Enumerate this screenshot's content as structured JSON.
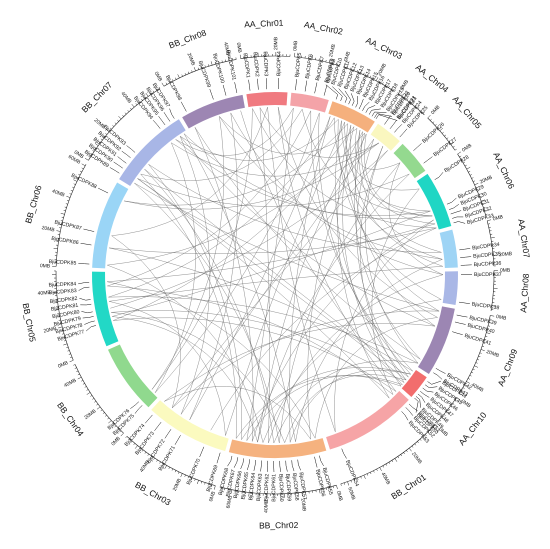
{
  "chart_data": {
    "type": "circos",
    "chromosomes": [
      {
        "name": "AA_Chr01",
        "size_mb": 28,
        "color": "#f07a80",
        "ticks": [
          "0MB",
          "20MB"
        ]
      },
      {
        "name": "AA_Chr02",
        "size_mb": 26,
        "color": "#f4a3a8",
        "ticks": [
          "0MB",
          "20MB"
        ]
      },
      {
        "name": "AA_Chr03",
        "size_mb": 32,
        "color": "#f5b07d",
        "ticks": [
          "0MB",
          "20MB"
        ]
      },
      {
        "name": "AA_Chr04",
        "size_mb": 19,
        "color": "#faf7bf",
        "ticks": [
          "0MB"
        ]
      },
      {
        "name": "AA_Chr05",
        "size_mb": 24,
        "color": "#94d98f",
        "ticks": [
          "0MB"
        ]
      },
      {
        "name": "AA_Chr06",
        "size_mb": 39,
        "color": "#1fd6c4",
        "ticks": [
          "0MB",
          "20MB"
        ]
      },
      {
        "name": "AA_Chr07",
        "size_mb": 26,
        "color": "#9ed4f5",
        "ticks": [
          "0MB",
          "20MB"
        ]
      },
      {
        "name": "AA_Chr08",
        "size_mb": 23,
        "color": "#a9b7e6",
        "ticks": [
          "0MB"
        ]
      },
      {
        "name": "AA_Chr09",
        "size_mb": 48,
        "color": "#9c86b3",
        "ticks": [
          "0MB",
          "20MB",
          "40MB"
        ]
      },
      {
        "name": "AA_Chr10",
        "size_mb": 17,
        "color": "#f26d6d",
        "ticks": [
          "0MB"
        ]
      },
      {
        "name": "BB_Chr01",
        "size_mb": 64,
        "color": "#f6a4a6",
        "ticks": [
          "0MB",
          "20MB",
          "40MB",
          "60MB"
        ]
      },
      {
        "name": "BB_Chr02",
        "size_mb": 67,
        "color": "#f5b27f",
        "ticks": [
          "0MB",
          "20MB",
          "40MB",
          "60MB"
        ]
      },
      {
        "name": "BB_Chr03",
        "size_mb": 58,
        "color": "#fbfabf",
        "ticks": [
          "0MB",
          "20MB",
          "40MB"
        ]
      },
      {
        "name": "BB_Chr04",
        "size_mb": 48,
        "color": "#90d98e",
        "ticks": [
          "0MB",
          "20MB",
          "40MB"
        ]
      },
      {
        "name": "BB_Chr05",
        "size_mb": 52,
        "color": "#22d8c6",
        "ticks": [
          "0MB",
          "20MB",
          "40MB"
        ]
      },
      {
        "name": "BB_Chr06",
        "size_mb": 61,
        "color": "#9ad5f6",
        "ticks": [
          "0MB",
          "20MB",
          "40MB",
          "60MB"
        ]
      },
      {
        "name": "BB_Chr07",
        "size_mb": 58,
        "color": "#a8b6e6",
        "ticks": [
          "0MB",
          "20MB",
          "40MB"
        ]
      },
      {
        "name": "BB_Chr08",
        "size_mb": 44,
        "color": "#9d86b3",
        "ticks": [
          "0MB",
          "20MB",
          "40MB"
        ]
      }
    ],
    "genes": [
      {
        "name": "BjuCDPK1",
        "chr": "AA_Chr01",
        "frac": 0.1
      },
      {
        "name": "BjuCDPK2",
        "chr": "AA_Chr01",
        "frac": 0.3
      },
      {
        "name": "BjuCDPK3",
        "chr": "AA_Chr01",
        "frac": 0.5
      },
      {
        "name": "BjuCDPK4",
        "chr": "AA_Chr01",
        "frac": 0.78
      },
      {
        "name": "BjuCDPK5",
        "chr": "AA_Chr02",
        "frac": 0.1
      },
      {
        "name": "BjuCDPK6",
        "chr": "AA_Chr02",
        "frac": 0.35
      },
      {
        "name": "BjuCDPK7",
        "chr": "AA_Chr02",
        "frac": 0.6
      },
      {
        "name": "BjuCDPK8",
        "chr": "AA_Chr02",
        "frac": 0.85
      },
      {
        "name": "BjuCDPK9",
        "chr": "AA_Chr03",
        "frac": 0.06
      },
      {
        "name": "BjuCDPK10",
        "chr": "AA_Chr03",
        "frac": 0.16
      },
      {
        "name": "BjuCDPK11",
        "chr": "AA_Chr03",
        "frac": 0.26
      },
      {
        "name": "BjuCDPK12",
        "chr": "AA_Chr03",
        "frac": 0.34
      },
      {
        "name": "BjuCDPK13",
        "chr": "AA_Chr03",
        "frac": 0.42
      },
      {
        "name": "BjuCDPK14",
        "chr": "AA_Chr03",
        "frac": 0.5
      },
      {
        "name": "BjuCDPK15",
        "chr": "AA_Chr03",
        "frac": 0.58
      },
      {
        "name": "BjuCDPK16",
        "chr": "AA_Chr03",
        "frac": 0.66
      },
      {
        "name": "BjuCDPK17",
        "chr": "AA_Chr03",
        "frac": 0.74
      },
      {
        "name": "BjuCDPK18",
        "chr": "AA_Chr03",
        "frac": 0.82
      },
      {
        "name": "BjuCDPK19",
        "chr": "AA_Chr03",
        "frac": 0.89
      },
      {
        "name": "BjuCDPK20",
        "chr": "AA_Chr03",
        "frac": 0.95
      },
      {
        "name": "BjuCDPK21",
        "chr": "AA_Chr03",
        "frac": 0.99
      },
      {
        "name": "BjuCDPK22",
        "chr": "AA_Chr04",
        "frac": 0.2
      },
      {
        "name": "BjuCDPK23",
        "chr": "AA_Chr04",
        "frac": 0.45
      },
      {
        "name": "BjuCDPK24",
        "chr": "AA_Chr04",
        "frac": 0.65
      },
      {
        "name": "BjuCDPK25",
        "chr": "AA_Chr04",
        "frac": 0.9
      },
      {
        "name": "BjuCDPK26",
        "chr": "AA_Chr05",
        "frac": 0.35
      },
      {
        "name": "BjuCDPK27",
        "chr": "AA_Chr05",
        "frac": 0.8
      },
      {
        "name": "BjuCDPK28",
        "chr": "AA_Chr06",
        "frac": 0.15
      },
      {
        "name": "BjuCDPK29",
        "chr": "AA_Chr06",
        "frac": 0.62
      },
      {
        "name": "BjuCDPK30",
        "chr": "AA_Chr06",
        "frac": 0.72
      },
      {
        "name": "BjuCDPK31",
        "chr": "AA_Chr06",
        "frac": 0.8
      },
      {
        "name": "BjuCDPK32",
        "chr": "AA_Chr06",
        "frac": 0.88
      },
      {
        "name": "BjuCDPK33",
        "chr": "AA_Chr06",
        "frac": 0.96
      },
      {
        "name": "BjuCDPK34",
        "chr": "AA_Chr07",
        "frac": 0.55
      },
      {
        "name": "BjuCDPK35",
        "chr": "AA_Chr07",
        "frac": 0.75
      },
      {
        "name": "BjuCDPK36",
        "chr": "AA_Chr07",
        "frac": 0.95
      },
      {
        "name": "BjuCDPK37",
        "chr": "AA_Chr08",
        "frac": 0.1
      },
      {
        "name": "BjuCDPK38",
        "chr": "AA_Chr08",
        "frac": 0.9
      },
      {
        "name": "BjuCDPK39",
        "chr": "AA_Chr09",
        "frac": 0.08
      },
      {
        "name": "BjuCDPK40",
        "chr": "AA_Chr09",
        "frac": 0.18
      },
      {
        "name": "BjuCDPK41",
        "chr": "AA_Chr09",
        "frac": 0.32
      },
      {
        "name": "BjuCDPK42",
        "chr": "AA_Chr09",
        "frac": 0.88
      },
      {
        "name": "BjuCDPK43",
        "chr": "AA_Chr09",
        "frac": 0.95
      },
      {
        "name": "BjuCDPK44",
        "chr": "AA_Chr10",
        "frac": 0.12
      },
      {
        "name": "BjuCDPK45",
        "chr": "AA_Chr10",
        "frac": 0.28
      },
      {
        "name": "BjuCDPK46",
        "chr": "AA_Chr10",
        "frac": 0.44
      },
      {
        "name": "BjuCDPK47",
        "chr": "AA_Chr10",
        "frac": 0.6
      },
      {
        "name": "BjuCDPK48",
        "chr": "AA_Chr10",
        "frac": 0.74
      },
      {
        "name": "BjuCDPK49",
        "chr": "AA_Chr10",
        "frac": 0.86
      },
      {
        "name": "BjuCDPK50",
        "chr": "AA_Chr10",
        "frac": 0.95
      },
      {
        "name": "BjuCDPK51",
        "chr": "BB_Chr01",
        "frac": 0.03
      },
      {
        "name": "BjuCDPK52",
        "chr": "BB_Chr01",
        "frac": 0.08
      },
      {
        "name": "BjuCDPK53",
        "chr": "BB_Chr01",
        "frac": 0.14
      },
      {
        "name": "BjuCDPK54",
        "chr": "BB_Chr01",
        "frac": 0.88
      },
      {
        "name": "BjuCDPK55",
        "chr": "BB_Chr02",
        "frac": 0.08
      },
      {
        "name": "BjuCDPK56",
        "chr": "BB_Chr02",
        "frac": 0.13
      },
      {
        "name": "BjuCDPK57",
        "chr": "BB_Chr02",
        "frac": 0.3
      },
      {
        "name": "BjuCDPK58",
        "chr": "BB_Chr02",
        "frac": 0.36
      },
      {
        "name": "BjuCDPK59",
        "chr": "BB_Chr02",
        "frac": 0.42
      },
      {
        "name": "BjuCDPK60",
        "chr": "BB_Chr02",
        "frac": 0.48
      },
      {
        "name": "BjuCDPK61",
        "chr": "BB_Chr02",
        "frac": 0.54
      },
      {
        "name": "BjuCDPK62",
        "chr": "BB_Chr02",
        "frac": 0.6
      },
      {
        "name": "BjuCDPK63",
        "chr": "BB_Chr02",
        "frac": 0.66
      },
      {
        "name": "BjuCDPK64",
        "chr": "BB_Chr02",
        "frac": 0.72
      },
      {
        "name": "BjuCDPK65",
        "chr": "BB_Chr02",
        "frac": 0.78
      },
      {
        "name": "BjuCDPK66",
        "chr": "BB_Chr02",
        "frac": 0.84
      },
      {
        "name": "BjuCDPK67",
        "chr": "BB_Chr02",
        "frac": 0.9
      },
      {
        "name": "BjuCDPK68",
        "chr": "BB_Chr02",
        "frac": 0.96
      },
      {
        "name": "BjuCDPK69",
        "chr": "BB_Chr03",
        "frac": 0.05
      },
      {
        "name": "BjuCDPK70",
        "chr": "BB_Chr03",
        "frac": 0.25
      },
      {
        "name": "BjuCDPK71",
        "chr": "BB_Chr03",
        "frac": 0.55
      },
      {
        "name": "BjuCDPK72",
        "chr": "BB_Chr03",
        "frac": 0.68
      },
      {
        "name": "BjuCDPK73",
        "chr": "BB_Chr03",
        "frac": 0.82
      },
      {
        "name": "BjuCDPK74",
        "chr": "BB_Chr03",
        "frac": 0.95
      },
      {
        "name": "BjuCDPK75",
        "chr": "BB_Chr04",
        "frac": 0.08
      },
      {
        "name": "BjuCDPK76",
        "chr": "BB_Chr04",
        "frac": 0.15
      },
      {
        "name": "BjuCDPK77",
        "chr": "BB_Chr05",
        "frac": 0.3
      },
      {
        "name": "BjuCDPK78",
        "chr": "BB_Chr05",
        "frac": 0.36
      },
      {
        "name": "BjuCDPK79",
        "chr": "BB_Chr05",
        "frac": 0.42
      },
      {
        "name": "BjuCDPK80",
        "chr": "BB_Chr05",
        "frac": 0.48
      },
      {
        "name": "BjuCDPK81",
        "chr": "BB_Chr05",
        "frac": 0.58
      },
      {
        "name": "BjuCDPK82",
        "chr": "BB_Chr05",
        "frac": 0.64
      },
      {
        "name": "BjuCDPK83",
        "chr": "BB_Chr05",
        "frac": 0.8
      },
      {
        "name": "BjuCDPK84",
        "chr": "BB_Chr05",
        "frac": 0.86
      },
      {
        "name": "BjuCDPK85",
        "chr": "BB_Chr06",
        "frac": 0.04
      },
      {
        "name": "BjuCDPK86",
        "chr": "BB_Chr06",
        "frac": 0.25
      },
      {
        "name": "BjuCDPK87",
        "chr": "BB_Chr06",
        "frac": 0.4
      },
      {
        "name": "BjuCDPK88",
        "chr": "BB_Chr06",
        "frac": 0.85
      },
      {
        "name": "BjuCDPK89",
        "chr": "BB_Chr07",
        "frac": 0.06
      },
      {
        "name": "BjuCDPK90",
        "chr": "BB_Chr07",
        "frac": 0.13
      },
      {
        "name": "BjuCDPK91",
        "chr": "BB_Chr07",
        "frac": 0.2
      },
      {
        "name": "BjuCDPK92",
        "chr": "BB_Chr07",
        "frac": 0.28
      },
      {
        "name": "BjuCDPK93",
        "chr": "BB_Chr07",
        "frac": 0.36
      },
      {
        "name": "BjuCDPK94",
        "chr": "BB_Chr07",
        "frac": 0.76
      },
      {
        "name": "BjuCDPK95",
        "chr": "BB_Chr07",
        "frac": 0.83
      },
      {
        "name": "BjuCDPK96",
        "chr": "BB_Chr07",
        "frac": 0.9
      },
      {
        "name": "BjuCDPK97",
        "chr": "BB_Chr07",
        "frac": 0.96
      },
      {
        "name": "BjuCDPK98",
        "chr": "BB_Chr08",
        "frac": 0.1
      },
      {
        "name": "BjuCDPK99",
        "chr": "BB_Chr08",
        "frac": 0.55
      },
      {
        "name": "BjuCDPK100",
        "chr": "BB_Chr08",
        "frac": 0.75
      },
      {
        "name": "BjuCDPK101",
        "chr": "BB_Chr08",
        "frac": 0.92
      }
    ],
    "links": [
      [
        1,
        33
      ],
      [
        2,
        62
      ],
      [
        3,
        87
      ],
      [
        4,
        51
      ],
      [
        5,
        66
      ],
      [
        6,
        91
      ],
      [
        7,
        44
      ],
      [
        8,
        75
      ],
      [
        9,
        58
      ],
      [
        10,
        82
      ],
      [
        11,
        96
      ],
      [
        12,
        47
      ],
      [
        13,
        69
      ],
      [
        14,
        88
      ],
      [
        15,
        53
      ],
      [
        16,
        77
      ],
      [
        17,
        99
      ],
      [
        18,
        41
      ],
      [
        19,
        64
      ],
      [
        20,
        85
      ],
      [
        21,
        56
      ],
      [
        22,
        72
      ],
      [
        23,
        94
      ],
      [
        24,
        48
      ],
      [
        25,
        80
      ],
      [
        26,
        60
      ],
      [
        27,
        90
      ],
      [
        28,
        52
      ],
      [
        29,
        78
      ],
      [
        30,
        97
      ],
      [
        31,
        65
      ],
      [
        32,
        84
      ],
      [
        33,
        70
      ],
      [
        34,
        93
      ],
      [
        35,
        57
      ],
      [
        36,
        81
      ],
      [
        37,
        100
      ],
      [
        38,
        63
      ],
      [
        39,
        89
      ],
      [
        40,
        55
      ],
      [
        41,
        74
      ],
      [
        42,
        98
      ],
      [
        43,
        61
      ],
      [
        44,
        86
      ],
      [
        45,
        67
      ],
      [
        46,
        92
      ],
      [
        47,
        59
      ],
      [
        48,
        79
      ],
      [
        49,
        101
      ],
      [
        50,
        68
      ],
      [
        1,
        76
      ],
      [
        3,
        54
      ],
      [
        5,
        95
      ],
      [
        7,
        83
      ],
      [
        9,
        71
      ],
      [
        11,
        38
      ],
      [
        13,
        28
      ],
      [
        15,
        36
      ],
      [
        17,
        26
      ],
      [
        19,
        32
      ],
      [
        21,
        30
      ],
      [
        23,
        88
      ],
      [
        25,
        73
      ],
      [
        27,
        64
      ],
      [
        29,
        95
      ],
      [
        31,
        54
      ],
      [
        33,
        86
      ],
      [
        35,
        99
      ],
      [
        37,
        62
      ],
      [
        39,
        73
      ],
      [
        41,
        96
      ],
      [
        43,
        82
      ],
      [
        45,
        58
      ],
      [
        47,
        90
      ],
      [
        49,
        66
      ],
      [
        2,
        23
      ],
      [
        4,
        40
      ],
      [
        6,
        30
      ],
      [
        8,
        45
      ],
      [
        10,
        35
      ],
      [
        12,
        29
      ],
      [
        14,
        39
      ],
      [
        16,
        50
      ],
      [
        18,
        34
      ],
      [
        20,
        42
      ],
      [
        22,
        46
      ],
      [
        24,
        43
      ],
      [
        26,
        37
      ],
      [
        51,
        77
      ],
      [
        53,
        90
      ],
      [
        55,
        84
      ],
      [
        57,
        97
      ],
      [
        59,
        79
      ],
      [
        61,
        92
      ],
      [
        63,
        85
      ],
      [
        65,
        98
      ],
      [
        67,
        93
      ],
      [
        69,
        81
      ],
      [
        71,
        100
      ],
      [
        73,
        87
      ],
      [
        75,
        94
      ],
      [
        52,
        83
      ],
      [
        56,
        74
      ],
      [
        60,
        89
      ],
      [
        64,
        78
      ],
      [
        68,
        91
      ],
      [
        72,
        96
      ],
      [
        76,
        99
      ]
    ]
  }
}
